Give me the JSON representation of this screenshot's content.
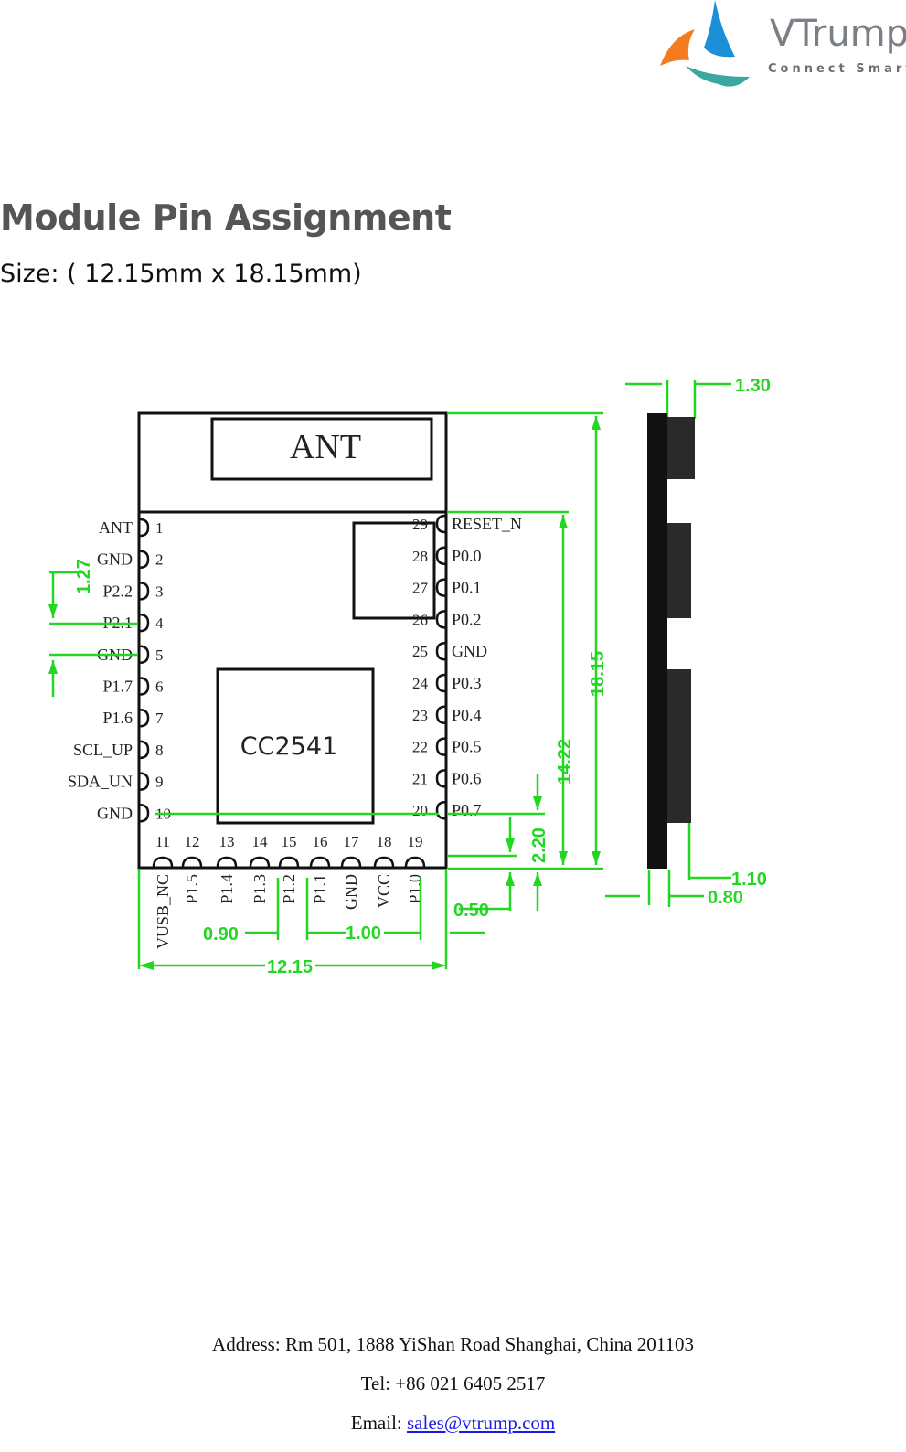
{
  "header": {
    "logo": {
      "name": "VTrump",
      "tagline": "Connect Smart",
      "colors": {
        "orange": "#f47b20",
        "blue": "#1b8fd8",
        "teal": "#3aa7a0"
      }
    }
  },
  "main": {
    "title": "Module Pin Assignment",
    "size_text": "Size: ( 12.15mm x 18.15mm)"
  },
  "diagram": {
    "antenna_label": "ANT",
    "chip_label": "CC2541",
    "left_pins": [
      {
        "num": "1",
        "name": "ANT"
      },
      {
        "num": "2",
        "name": "GND"
      },
      {
        "num": "3",
        "name": "P2.2"
      },
      {
        "num": "4",
        "name": "P2.1"
      },
      {
        "num": "5",
        "name": "GND"
      },
      {
        "num": "6",
        "name": "P1.7"
      },
      {
        "num": "7",
        "name": "P1.6"
      },
      {
        "num": "8",
        "name": "SCL_UP"
      },
      {
        "num": "9",
        "name": "SDA_UN"
      },
      {
        "num": "10",
        "name": "GND"
      }
    ],
    "right_pins": [
      {
        "num": "29",
        "name": "RESET_N"
      },
      {
        "num": "28",
        "name": "P0.0"
      },
      {
        "num": "27",
        "name": "P0.1"
      },
      {
        "num": "26",
        "name": "P0.2"
      },
      {
        "num": "25",
        "name": "GND"
      },
      {
        "num": "24",
        "name": "P0.3"
      },
      {
        "num": "23",
        "name": "P0.4"
      },
      {
        "num": "22",
        "name": "P0.5"
      },
      {
        "num": "21",
        "name": "P0.6"
      },
      {
        "num": "20",
        "name": "P0.7"
      }
    ],
    "bottom_pins": [
      {
        "num": "11",
        "name": "VUSB_NC"
      },
      {
        "num": "12",
        "name": "P1.5"
      },
      {
        "num": "13",
        "name": "P1.4"
      },
      {
        "num": "14",
        "name": "P1.3"
      },
      {
        "num": "15",
        "name": "P1.2"
      },
      {
        "num": "16",
        "name": "P1.1"
      },
      {
        "num": "17",
        "name": "GND"
      },
      {
        "num": "18",
        "name": "VCC"
      },
      {
        "num": "19",
        "name": "P1.0"
      }
    ],
    "dimensions": {
      "pitch": "1.27",
      "height": "18.15",
      "pin_span": "14.22",
      "bottom_offset": "2.20",
      "edge": "0.50",
      "left_offset": "0.90",
      "pad_pitch": "1.00",
      "width": "12.15",
      "thickness": "1.30",
      "side_a": "1.10",
      "side_b": "0.80"
    },
    "colors": {
      "dimension": "#22d622",
      "outline": "#111111"
    }
  },
  "footer": {
    "address": "Address: Rm 501, 1888 YiShan Road Shanghai, China 201103",
    "tel": "Tel: +86 021 6405 2517",
    "email_label": "Email: ",
    "email": "sales@vtrump.com"
  }
}
